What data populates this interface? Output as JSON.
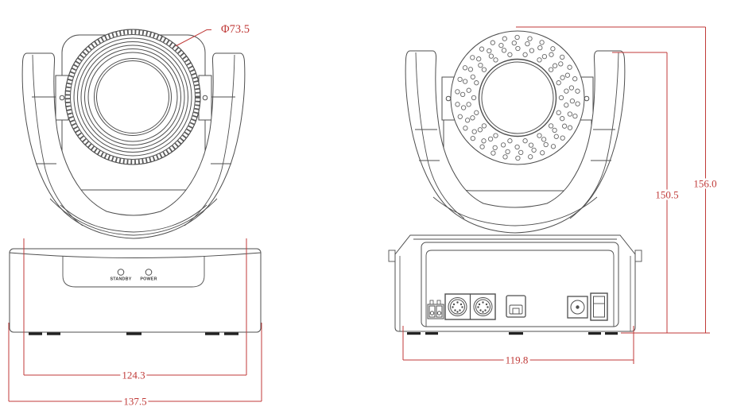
{
  "drawing": {
    "front_view": {
      "lens_diameter": "Φ73.5",
      "indicator_standby": "STANDBY",
      "indicator_power": "POWER",
      "width_inner": "124.3",
      "width_outer": "137.5"
    },
    "rear_view": {
      "width_base": "119.8",
      "height_body": "150.5",
      "height_total": "156.0"
    },
    "colors": {
      "dimension_red": "#c03a38",
      "outline_gray": "#4f4f4f"
    }
  }
}
